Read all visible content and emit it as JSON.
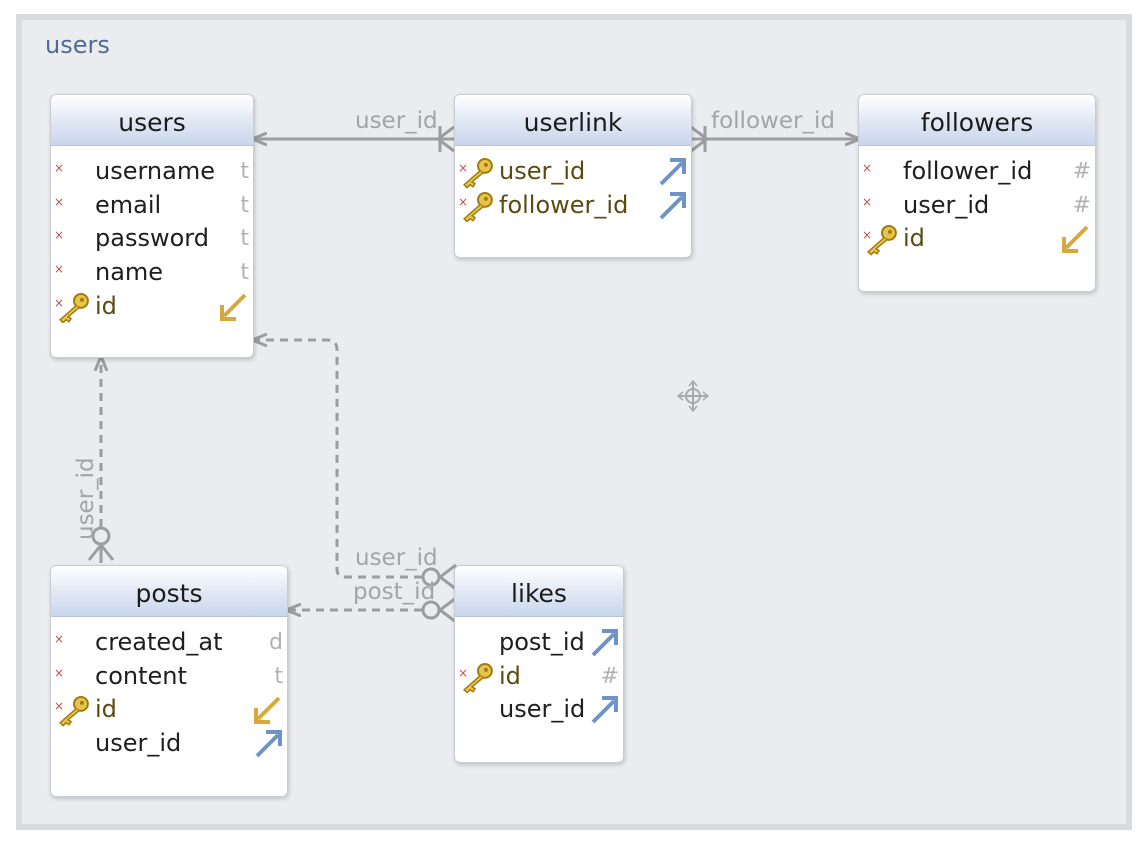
{
  "diagram": {
    "title": "users"
  },
  "entities": {
    "users": {
      "name": "users",
      "fields": [
        {
          "name": "username",
          "type": "t"
        },
        {
          "name": "email",
          "type": "t"
        },
        {
          "name": "password",
          "type": "t"
        },
        {
          "name": "name",
          "type": "t"
        },
        {
          "name": "id",
          "type": ""
        }
      ]
    },
    "userlink": {
      "name": "userlink",
      "fields": [
        {
          "name": "user_id",
          "type": ""
        },
        {
          "name": "follower_id",
          "type": ""
        }
      ]
    },
    "followers": {
      "name": "followers",
      "fields": [
        {
          "name": "follower_id",
          "type": "#"
        },
        {
          "name": "user_id",
          "type": "#"
        },
        {
          "name": "id",
          "type": ""
        }
      ]
    },
    "posts": {
      "name": "posts",
      "fields": [
        {
          "name": "created_at",
          "type": "d"
        },
        {
          "name": "content",
          "type": "t"
        },
        {
          "name": "id",
          "type": ""
        },
        {
          "name": "user_id",
          "type": ""
        }
      ]
    },
    "likes": {
      "name": "likes",
      "fields": [
        {
          "name": "post_id",
          "type": ""
        },
        {
          "name": "id",
          "type": "#"
        },
        {
          "name": "user_id",
          "type": ""
        }
      ]
    }
  },
  "relations": {
    "userlink_users": "user_id",
    "userlink_followers": "follower_id",
    "posts_users": "user_id",
    "likes_users": "user_id",
    "likes_posts": "post_id"
  },
  "colors": {
    "canvas": "#eaecf0",
    "title": "#4f6b96",
    "link": "#9c9da0",
    "header": "#c9d6ec",
    "fk_arrow": "#6f93c6",
    "pk_arrow": "#d7a93a"
  }
}
